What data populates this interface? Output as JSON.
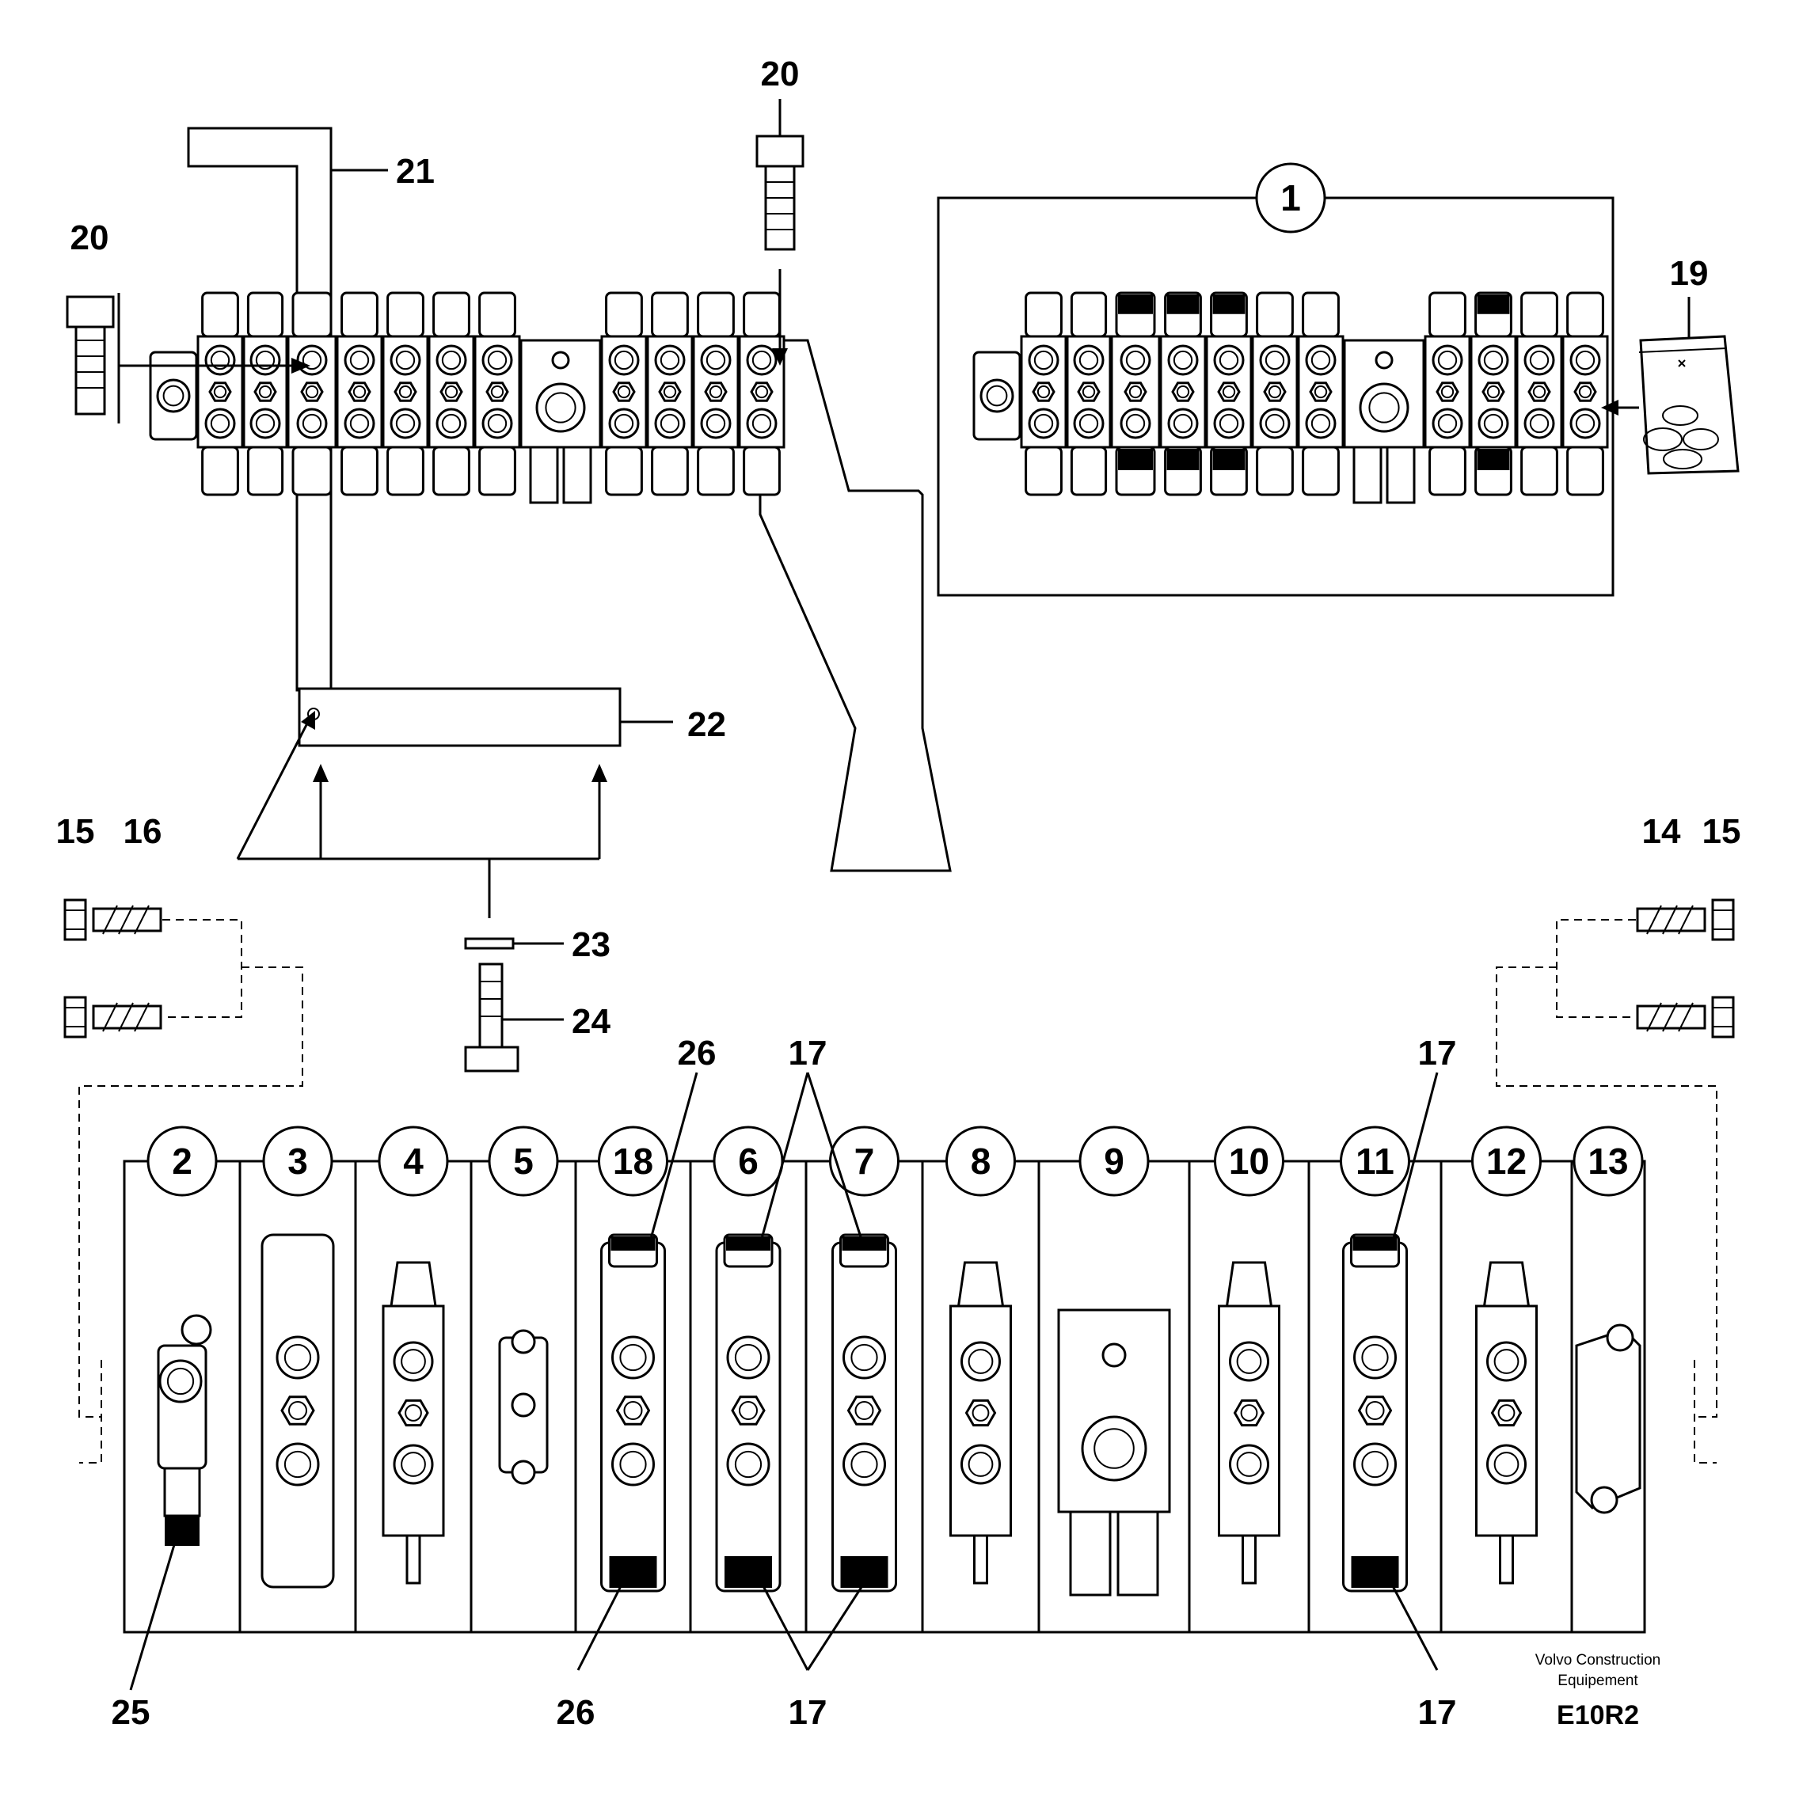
{
  "callouts": {
    "bolt_top": "20",
    "bolt_left": "20",
    "bracket": "21",
    "plate": "22",
    "washer": "23",
    "screw": "24",
    "plug_left": "25",
    "assembly_circle": "1",
    "seal_kit": "19",
    "nut_left_a": "15",
    "stud_left": "16",
    "stud_right": "14",
    "nut_right_a": "15",
    "seal_26_top": "26",
    "seal_17_top_mid": "17",
    "seal_17_top_right": "17",
    "seal_26_bottom": "26",
    "seal_17_bottom_mid": "17",
    "seal_17_bottom_right": "17"
  },
  "sections": [
    {
      "id": "2"
    },
    {
      "id": "3"
    },
    {
      "id": "4"
    },
    {
      "id": "5"
    },
    {
      "id": "18"
    },
    {
      "id": "6"
    },
    {
      "id": "7"
    },
    {
      "id": "8"
    },
    {
      "id": "9"
    },
    {
      "id": "10"
    },
    {
      "id": "11"
    },
    {
      "id": "12"
    },
    {
      "id": "13"
    }
  ],
  "footer": {
    "company_line1": "Volvo Construction",
    "company_line2": "Equipement",
    "drawing_code": "E10R2"
  }
}
